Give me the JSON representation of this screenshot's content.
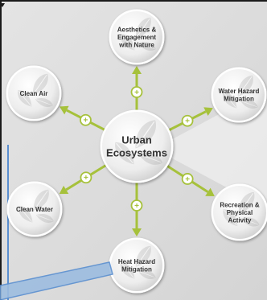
{
  "center": {
    "label_line1": "Urban",
    "label_line2": "Ecosystems"
  },
  "services": [
    {
      "id": "aesthetics",
      "lines": [
        "Aesthetics &",
        "Engagement",
        "with Nature"
      ]
    },
    {
      "id": "clean-air",
      "lines": [
        "Clean Air"
      ]
    },
    {
      "id": "water-hazard",
      "lines": [
        "Water Hazard",
        "Mitigation"
      ]
    },
    {
      "id": "clean-water",
      "lines": [
        "Clean Water"
      ]
    },
    {
      "id": "recreation",
      "lines": [
        "Recreation &",
        "Physical",
        "Activity"
      ]
    },
    {
      "id": "heat-hazard",
      "lines": [
        "Heat Hazard",
        "Mitigation"
      ]
    }
  ],
  "connector_symbol": "+",
  "colors": {
    "arrow": "#a6c13b",
    "panel_background": "#dcdcdc",
    "panel_border": "#1a1a1a",
    "circle_fill": "#f2f2f2",
    "text": "#333333",
    "highlight_bar": "#9dbde0",
    "left_accent_line": "#5a8fd0"
  }
}
